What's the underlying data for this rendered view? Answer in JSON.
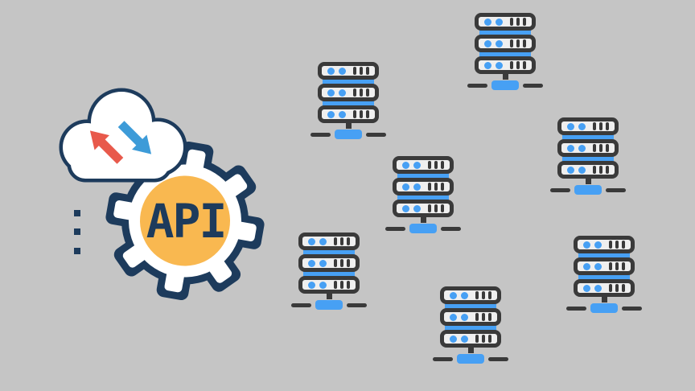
{
  "scene": {
    "description": "Flat illustration of an API gateway (cloud with transfer arrows and API gear badge) connected to a scattered cluster of server racks",
    "background_color": "#c5c5c5"
  },
  "api_badge": {
    "label": "API",
    "gear_teeth": 8,
    "colors": {
      "outline": "#1d3b5c",
      "badge": "#f9b850",
      "upload_arrow": "#e8594b",
      "download_arrow": "#3d9bd8",
      "fill": "#ffffff"
    }
  },
  "ellipsis_dots": {
    "count": 3,
    "color": "#1d3b5c"
  },
  "servers": {
    "count": 7,
    "units_per_server": 3,
    "leds_per_unit": 2,
    "vents_per_unit": 3,
    "colors": {
      "outline": "#3a3a3a",
      "accent": "#47a0f4",
      "fill": "#efefef"
    },
    "items": [
      {
        "id": "server-1",
        "position": "top-center"
      },
      {
        "id": "server-2",
        "position": "upper-left"
      },
      {
        "id": "server-3",
        "position": "mid-right"
      },
      {
        "id": "server-4",
        "position": "center"
      },
      {
        "id": "server-5",
        "position": "lower-left"
      },
      {
        "id": "server-6",
        "position": "lower-right"
      },
      {
        "id": "server-7",
        "position": "bottom-center"
      }
    ]
  }
}
